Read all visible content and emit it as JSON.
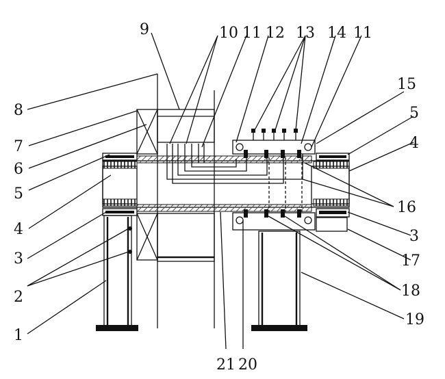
{
  "diagram": {
    "colors": {
      "line": "#111111",
      "hatch": "#555555",
      "background": "#ffffff"
    },
    "labels": {
      "l1": "1",
      "l2": "2",
      "l3_left": "3",
      "l3_right": "3",
      "l4_left": "4",
      "l4_right": "4",
      "l5_left": "5",
      "l5_right": "5",
      "l6": "6",
      "l7": "7",
      "l8": "8",
      "l9": "9",
      "l10": "10",
      "l11_a": "11",
      "l11_b": "11",
      "l12": "12",
      "l13": "13",
      "l14": "14",
      "l15": "15",
      "l16": "16",
      "l17": "17",
      "l18": "18",
      "l19": "19",
      "l20": "20",
      "l21": "21"
    }
  }
}
